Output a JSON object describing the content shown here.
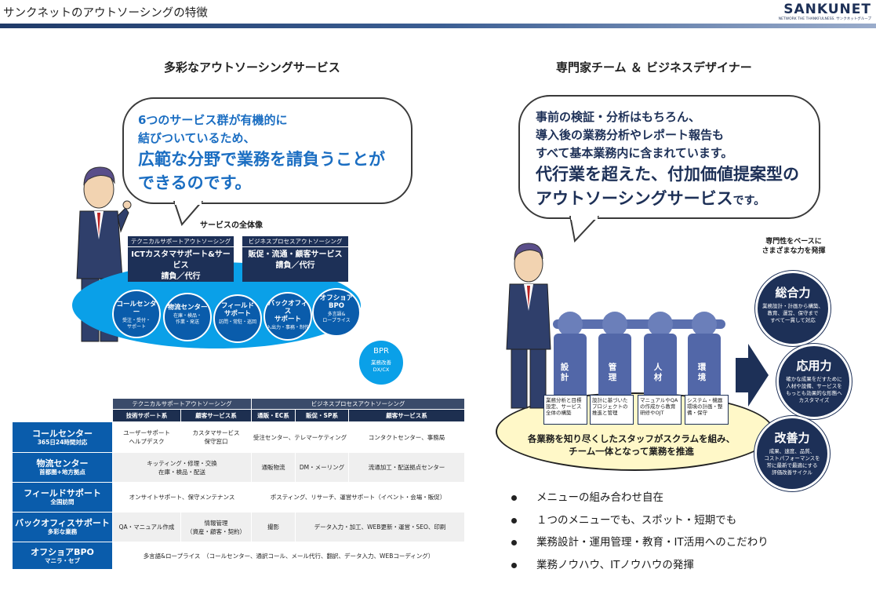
{
  "header": {
    "title": "サンクネットのアウトソーシングの特徴",
    "logo_text": "SANKUNET",
    "logo_tagline": "NETWORK THE THANKFULNESS. サンクネットグループ"
  },
  "left": {
    "section_title": "多彩なアウトソーシングサービス",
    "bubble": {
      "line1": "6つのサービス群が有機的に",
      "line2": "結びついているため、",
      "line3": "広範な分野で業務を請負うことが",
      "line4": "できるのです。"
    },
    "services_title": "サービスの全体像",
    "box_tech": {
      "top": "テクニカルサポートアウトソーシング",
      "main1": "ICTカスタマサポート&サービス",
      "main2": "請負／代行"
    },
    "box_biz": {
      "top": "ビジネスプロセスアウトソーシング",
      "main1": "販促・流通・顧客サービス",
      "main2": "請負／代行"
    },
    "circles": [
      {
        "title": "コールセンター",
        "sub": "受注・受付・\nサポート"
      },
      {
        "title": "物流センター",
        "sub": "在庫・検品・\n作業・発送"
      },
      {
        "title": "フィールド\nサポート",
        "sub": "訪問・常駐・巡回"
      },
      {
        "title": "バックオフィス\nサポート",
        "sub": "入出力・事務・制作"
      },
      {
        "title": "オフショア\nBPO",
        "sub": "多言語&\nロープライス"
      }
    ],
    "bpr": {
      "title": "BPR",
      "sub1": "業務改善",
      "sub2": "DX/CX"
    },
    "table": {
      "group_headers": [
        "テクニカルサポートアウトソーシング",
        "ビジネスプロセスアウトソーシング"
      ],
      "col_headers": [
        "技術サポート系",
        "顧客サービス系",
        "通販・EC系",
        "販促・SP系",
        "顧客サービス系"
      ],
      "rows": [
        {
          "name": "コールセンター",
          "sub": "365日24時間対応",
          "cells": [
            "ユーザーサポート\nヘルプデスク",
            "カスタマサービス\n保守窓口",
            "受注センター、テレマーケティング",
            "コンタクトセンター、事務局"
          ]
        },
        {
          "name": "物流センター",
          "sub": "首都圏+地方拠点",
          "cells": [
            "キッティング・修理・交換\n在庫・検品・配送",
            "通販物流",
            "DM・メーリング",
            "流通加工・配送拠点センター"
          ]
        },
        {
          "name": "フィールドサポート",
          "sub": "全国訪問",
          "cells": [
            "オンサイトサポート、保守メンテナンス",
            "ポスティング、リサーチ、運営サポート（イベント・会場・販促）"
          ]
        },
        {
          "name": "バックオフィスサポート",
          "sub": "多彩な業務",
          "cells": [
            "QA・マニュアル作成",
            "情報管理\n（資産・顧客・契約）",
            "撮影",
            "データ入力・加工、WEB更新・運営・SEO、印刷"
          ]
        },
        {
          "name": "オフショアBPO",
          "sub": "マニラ・セブ",
          "cells": [
            "多言語&ロープライス　（コールセンター、通訳コール、メール代行、翻訳、データ入力、WEBコーディング）"
          ]
        }
      ]
    }
  },
  "right": {
    "section_title": "専門家チーム ＆ ビジネスデザイナー",
    "bubble": {
      "line1": "事前の検証・分析はもちろん、",
      "line2": "導入後の業務分析やレポート報告も",
      "line3": "すべて基本業務内に含まれています。",
      "line4": "代行業を超えた、付加価値提案型の",
      "line5a": "アウトソーシングサービス",
      "line5b": "です。"
    },
    "team": [
      {
        "label": "設計",
        "card": "業務分析と目標設定、サービス全体の構築"
      },
      {
        "label": "管理",
        "card": "設計に基づいたプロジェクトの推進と管理"
      },
      {
        "label": "人材",
        "card": "マニュアルやQAの作成から教育研修やOJT"
      },
      {
        "label": "環境",
        "card": "システム・機器環境の計画・整備・保守"
      }
    ],
    "scrum_line1": "各業務を知り尽くしたスタッフがスクラムを組み、",
    "scrum_line2": "チーム一体となって業務を推進",
    "power_header1": "専門性をベースに",
    "power_header2": "さまざまな力を発揮",
    "powers": [
      {
        "title": "総合力",
        "desc": "業務設計・計画から構築、\n教育、運営、保守まで\nすべて一貫して対応"
      },
      {
        "title": "応用力",
        "desc": "確かな成果をだすために\n人材や設備、サービスを\nもっとも効果的な形態へ\nカスタマイズ"
      },
      {
        "title": "改善力",
        "desc": "成果、速度、品質、\nコストパフォーマンスを\n常に最新で最適にする\n評価改善サイクル"
      }
    ],
    "bullets": [
      "メニューの組み合わせ自在",
      "１つのメニューでも、スポット・短期でも",
      "業務設計・運用管理・教育・IT活用へのこだわり",
      "業務ノウハウ、ITノウハウの発揮"
    ]
  },
  "colors": {
    "navy": "#1d3057",
    "blue": "#0a5cab",
    "cyan": "#0aa0e8",
    "text_blue": "#1b6ec2"
  }
}
